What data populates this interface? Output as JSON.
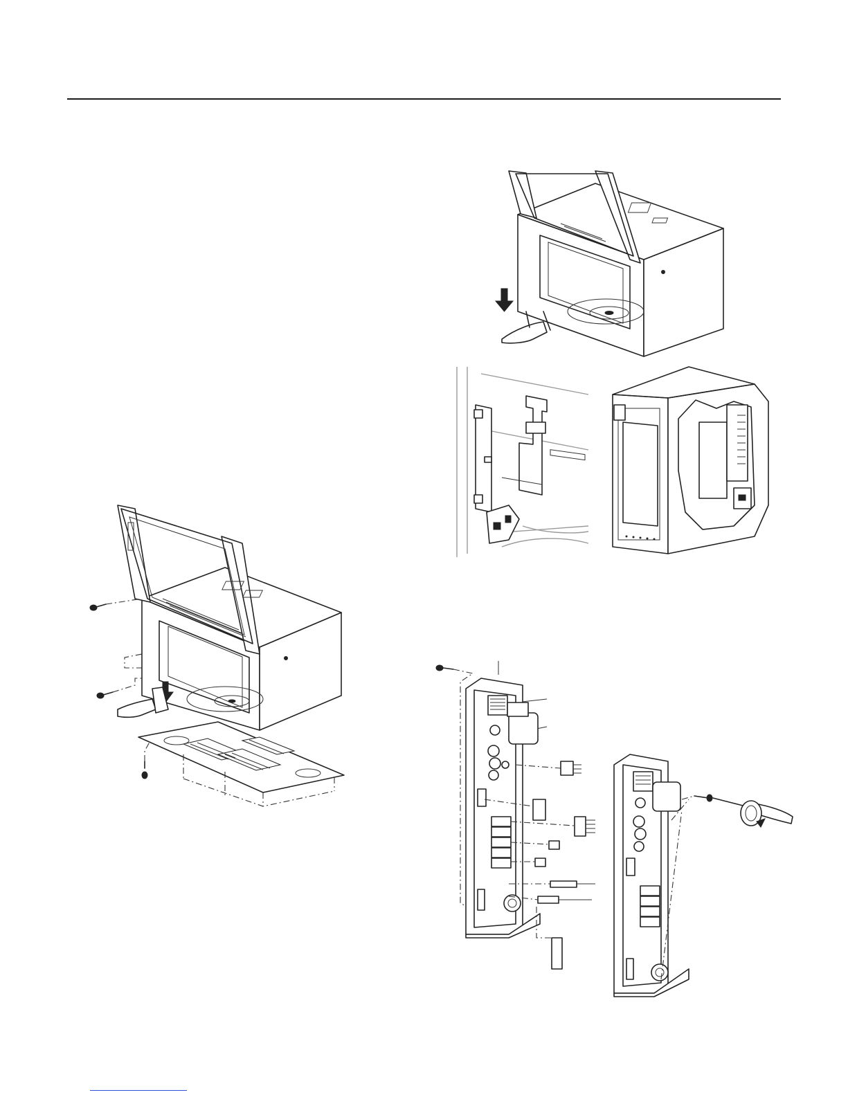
{
  "page": {
    "figures": [
      {
        "id": "fig-1",
        "desc": "microwave-with-bottom-plate"
      },
      {
        "id": "fig-2",
        "desc": "microwave-front-pull-down"
      },
      {
        "id": "fig-3",
        "desc": "control-bracket-detail"
      },
      {
        "id": "fig-4",
        "desc": "main-pcb-disassembly"
      }
    ]
  },
  "icons": {
    "arrow": "down-arrow-icon",
    "screw": "screw-icon",
    "screwdriver": "screwdriver-icon",
    "rotate": "rotate-arrow-icon"
  },
  "colors": {
    "line": "#222222",
    "rule": "#1a1a1a",
    "footer_link": "#2b4fd6"
  }
}
